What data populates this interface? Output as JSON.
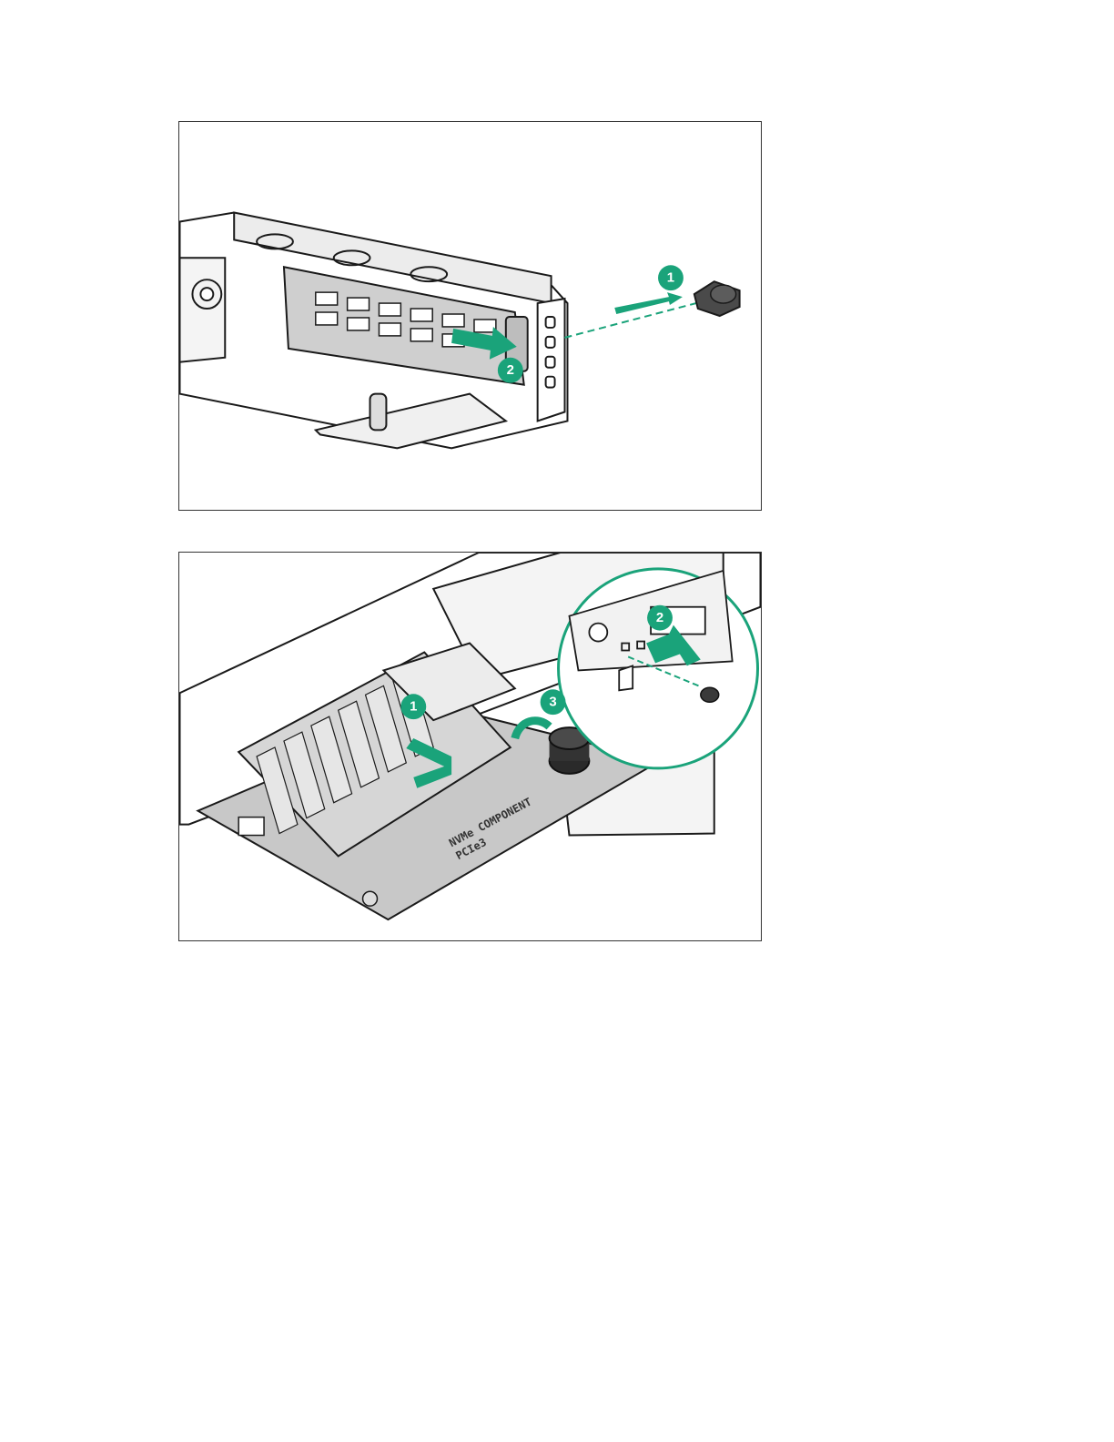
{
  "accent_color": "#1aa37a",
  "figures": [
    {
      "id": "fig1",
      "callouts": [
        {
          "label": "1"
        },
        {
          "label": "2"
        }
      ]
    },
    {
      "id": "fig2",
      "callouts": [
        {
          "label": "1"
        },
        {
          "label": "2"
        },
        {
          "label": "3"
        }
      ],
      "board_text": [
        "NVMe COMPONENT",
        "PCIe3"
      ]
    }
  ]
}
